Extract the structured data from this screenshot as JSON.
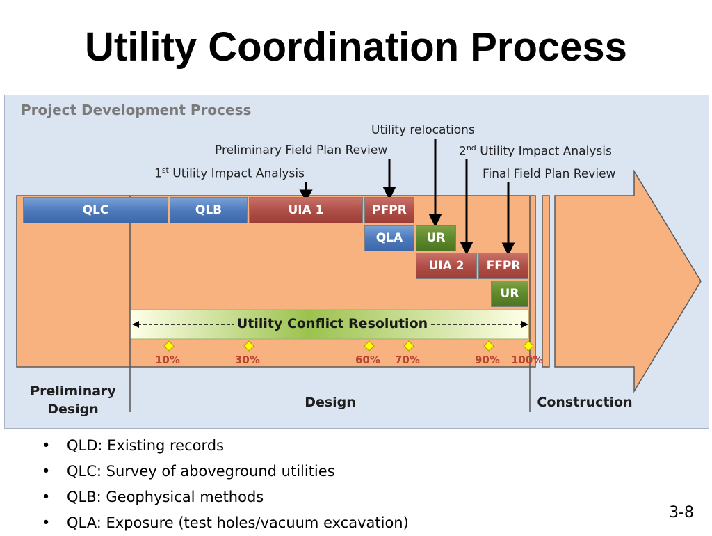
{
  "title": "Utility Coordination Process",
  "diagram": {
    "heading": "Project Development Process",
    "callouts": {
      "ur": "Utility relocations",
      "pfpr": "Preliminary Field Plan Review",
      "uia2_pre": "2",
      "uia2_sup": "nd",
      "uia2_post": " Utility Impact Analysis",
      "uia1_pre": "1",
      "uia1_sup": "st",
      "uia1_post": " Utility Impact Analysis",
      "ffpr": "Final Field Plan Review"
    },
    "boxes": {
      "qlc": "QLC",
      "qlb": "QLB",
      "uia1": "UIA 1",
      "pfpr": "PFPR",
      "qla": "QLA",
      "ur1": "UR",
      "uia2": "UIA 2",
      "ffpr": "FFPR",
      "ur2": "UR"
    },
    "conflict": "Utility Conflict Resolution",
    "milestones": [
      "10%",
      "30%",
      "60%",
      "70%",
      "90%",
      "100%"
    ],
    "phases": {
      "preliminary": "Preliminary Design",
      "design": "Design",
      "construction": "Construction"
    }
  },
  "bullets": [
    "QLD: Existing records",
    "QLC: Survey of aboveground utilities",
    "QLB: Geophysical methods",
    "QLA: Exposure (test holes/vacuum excavation)"
  ],
  "page_number": "3-8",
  "colors": {
    "panel": "#dbe4f1",
    "orange": "#f7b27f",
    "blue": "#4f7bbd",
    "red": "#b04f47",
    "green": "#5e8a2c",
    "milestone": "#ffff00"
  }
}
